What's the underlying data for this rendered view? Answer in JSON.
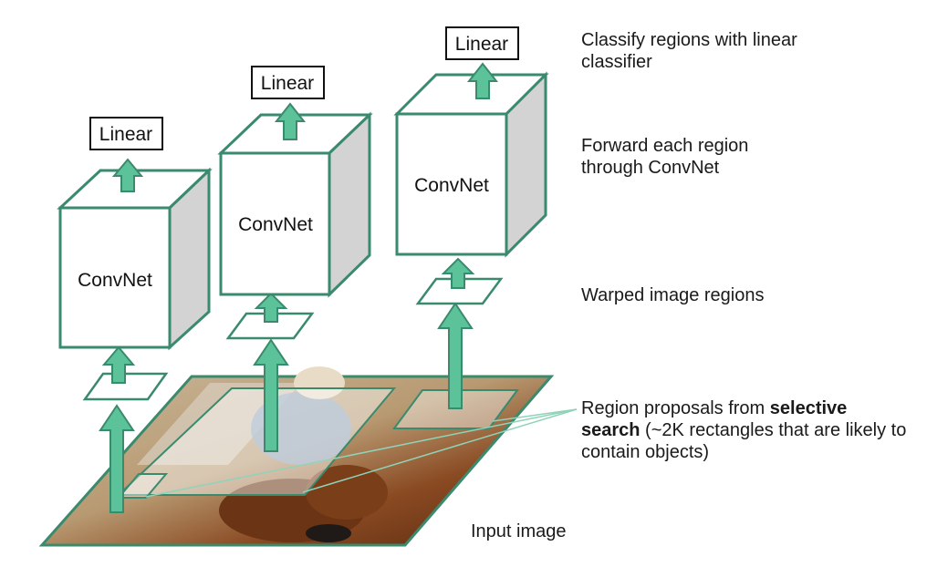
{
  "steps": {
    "classify": "Classify regions with linear classifier",
    "forward": "Forward each region through ConvNet",
    "warp": "Warped image regions",
    "proposals_prefix": "Region proposals from ",
    "proposals_bold": "selective search",
    "proposals_suffix": " (~2K rectangles that are likely to contain objects)"
  },
  "input_label": "Input image",
  "columns": [
    {
      "linear": "Linear",
      "convnet": "ConvNet"
    },
    {
      "linear": "Linear",
      "convnet": "ConvNet"
    },
    {
      "linear": "Linear",
      "convnet": "ConvNet"
    }
  ],
  "colors": {
    "accent": "#3a8a6e",
    "arrow": "#5cc29a",
    "side": "#d3d3d3"
  }
}
